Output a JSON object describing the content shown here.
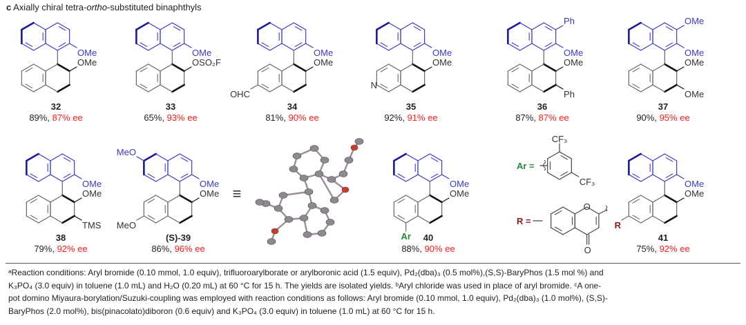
{
  "header": {
    "panel": "c",
    "title_a": "Axially chiral tetra-",
    "title_b": "ortho",
    "title_c": "-substituted binaphthyls"
  },
  "compounds": [
    {
      "id": "32",
      "yield": "89%, ",
      "ee": "87% ee",
      "subs": [
        "OMe",
        "OMe"
      ]
    },
    {
      "id": "33",
      "yield": "65%, ",
      "ee": "93% ee",
      "subs": [
        "OMe",
        "OSO₂F"
      ]
    },
    {
      "id": "34",
      "yield": "81%, ",
      "ee": "90% ee",
      "subs": [
        "OMe",
        "OMe",
        "OHC"
      ]
    },
    {
      "id": "35",
      "yield": "92%, ",
      "ee": "91% ee",
      "subs": [
        "OMe",
        "OMe",
        "N"
      ]
    },
    {
      "id": "36",
      "yield": "87%, ",
      "ee": "87% ee",
      "subs": [
        "OMe",
        "OMe",
        "Ph",
        "Ph"
      ]
    },
    {
      "id": "37",
      "yield": "90%, ",
      "ee": "95% ee",
      "subs": [
        "OMe",
        "OMe",
        "OMe",
        "OMe"
      ]
    },
    {
      "id": "38",
      "yield": "79%, ",
      "ee": "92% ee",
      "subs": [
        "OMe",
        "OMe",
        "TMS"
      ]
    },
    {
      "id": "(S)-39",
      "yield": "86%, ",
      "ee": "96% ee",
      "subs": [
        "OMe",
        "OMe",
        "MeO",
        "MeO"
      ]
    },
    {
      "id": "40",
      "yield": "88%, ",
      "ee": "90% ee",
      "subs": [
        "OMe",
        "OMe",
        "Ar"
      ]
    },
    {
      "id": "41",
      "yield": "75%, ",
      "ee": "92% ee",
      "subs": [
        "OMe",
        "OMe",
        "R"
      ]
    }
  ],
  "equivalence_symbol": "≡",
  "definitions": {
    "ar_label": "Ar =",
    "ar_cf3_top": "CF₃",
    "ar_cf3_bottom": "CF₃",
    "r_label": "R =",
    "r_o_ring": "O",
    "r_o_carbonyl": "O"
  },
  "colors": {
    "top_naphthyl": "#3a3acc",
    "ee": "#ff1a1a",
    "ar": "#1e8a3c",
    "r": "#8b1c1c"
  },
  "footnote": [
    "ᵃReaction conditions: Aryl bromide (0.10 mmol, 1.0 equiv), trifluoroarylborate or arylboronic acid (1.5 equiv), Pd₂(dba)₃ (0.5 mol%),(S,S)-BaryPhos (1.5 mol %) and",
    "K₃PO₄ (3.0 equiv) in toluene (1.0 mL) and  H₂O (0.20 mL) at 60 °C for 15 h. The yields are isolated yields. ᵇAryl chloride was used in place of aryl bromide. ᶜA one-",
    "pot domino Miyaura-borylation/Suzuki-coupling was employed with reaction conditions as follows: Aryl bromide (0.10 mmol, 1.0 equiv), Pd₂(dba)₃ (1.0 mol%), (S,S)-",
    "BaryPhos (2.0 mol%), bis(pinacolato)diboron (0.6 equiv) and K₃PO₄ (3.0 equiv) in toluene (1.0 mL) at 60 °C for 15 h."
  ]
}
